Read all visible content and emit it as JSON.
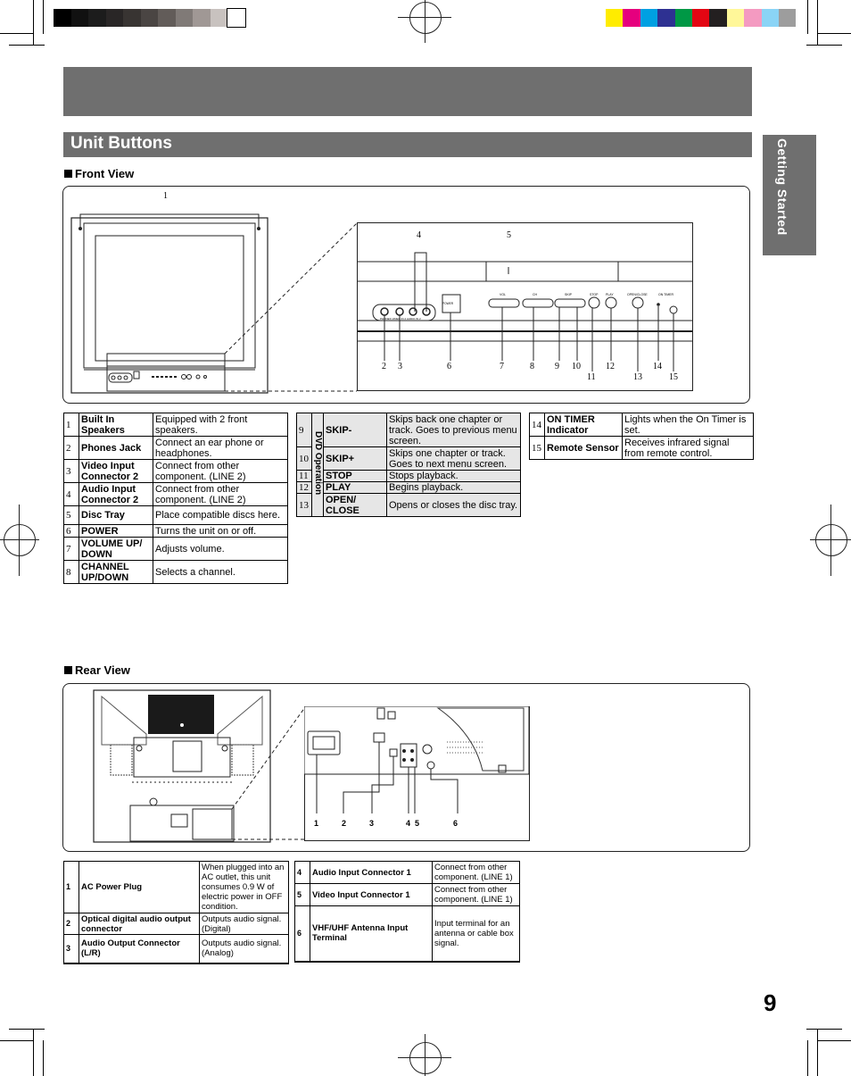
{
  "colors": {
    "grayscale_bar": [
      "#000000",
      "#111111",
      "#1c1c1c",
      "#292626",
      "#383432",
      "#4a4543",
      "#625c59",
      "#807a77",
      "#a09895",
      "#c8c2bf",
      "#ffffff"
    ],
    "color_bar": [
      "#ffec00",
      "#e6007e",
      "#00a0e2",
      "#2e3192",
      "#009845",
      "#e30613",
      "#231f20",
      "#fff799",
      "#f49ac1",
      "#8ad4f6",
      "#9d9d9d"
    ],
    "header_gray": "#6f6f6f"
  },
  "header": {
    "title": "Unit Buttons",
    "side_tab": "Getting Started"
  },
  "front_view": {
    "heading": "Front View",
    "callouts": {
      "tv": [
        "1"
      ],
      "top": [
        "4",
        "5"
      ],
      "bottom": [
        "2",
        "3",
        "6",
        "7",
        "8",
        "9",
        "10",
        "12",
        "14"
      ],
      "bottom2": [
        "11",
        "13",
        "15"
      ]
    },
    "panel_labels": {
      "power": "POWER",
      "vol": "VOL",
      "ch": "CH",
      "skip": "SKIP",
      "stop": "STOP",
      "play": "PLAY",
      "open_close": "OPEN/CLOSE",
      "on_timer": "ON TIMER",
      "jacks": "PHONES  VIDEO IN 2  AUDIO IN 2"
    },
    "table1": [
      {
        "num": "1",
        "name": "Built In Speakers",
        "desc": "Equipped with 2 front speakers."
      },
      {
        "num": "2",
        "name": "Phones Jack",
        "desc": "Connect an ear phone or headphones."
      },
      {
        "num": "3",
        "name": "Video Input Connector 2",
        "desc": "Connect from other component. (LINE 2)"
      },
      {
        "num": "4",
        "name": "Audio Input Connector 2",
        "desc": "Connect from other component. (LINE 2)"
      },
      {
        "num": "5",
        "name": "Disc Tray",
        "desc": "Place compatible discs here."
      },
      {
        "num": "6",
        "name": "POWER",
        "desc": "Turns the unit on or off."
      },
      {
        "num": "7",
        "name": "VOLUME UP/ DOWN",
        "desc": "Adjusts volume."
      },
      {
        "num": "8",
        "name": "CHANNEL UP/DOWN",
        "desc": "Selects a channel."
      }
    ],
    "table2_group_label": "DVD Operation",
    "table2": [
      {
        "num": "9",
        "name": "SKIP-",
        "desc": "Skips back one chapter or track. Goes to previous menu screen."
      },
      {
        "num": "10",
        "name": "SKIP+",
        "desc": "Skips one chapter or track. Goes to next menu screen."
      },
      {
        "num": "11",
        "name": "STOP",
        "desc": "Stops playback."
      },
      {
        "num": "12",
        "name": "PLAY",
        "desc": "Begins playback."
      },
      {
        "num": "13",
        "name": "OPEN/ CLOSE",
        "desc": "Opens or closes the disc tray."
      }
    ],
    "table3": [
      {
        "num": "14",
        "name": "ON TIMER Indicator",
        "desc": "Lights when the On Timer is set."
      },
      {
        "num": "15",
        "name": "Remote Sensor",
        "desc": "Receives infrared signal from remote control."
      }
    ]
  },
  "rear_view": {
    "heading": "Rear View",
    "callouts": [
      "1",
      "2",
      "3",
      "4",
      "5",
      "6"
    ],
    "table1": [
      {
        "num": "1",
        "name": "AC Power Plug",
        "desc": "When plugged into an AC outlet, this unit consumes 0.9 W of electric power in OFF condition."
      },
      {
        "num": "2",
        "name": "Optical digital audio output connector",
        "desc": "Outputs audio signal. (Digital)"
      },
      {
        "num": "3",
        "name": "Audio Output Connector (L/R)",
        "desc": "Outputs audio signal. (Analog)"
      }
    ],
    "table2": [
      {
        "num": "4",
        "name": "Audio Input Connector 1",
        "desc": "Connect from other component. (LINE 1)"
      },
      {
        "num": "5",
        "name": "Video Input Connector 1",
        "desc": "Connect from other component. (LINE 1)"
      },
      {
        "num": "6",
        "name": "VHF/UHF Antenna Input Terminal",
        "desc": "Input terminal for an antenna or cable box signal."
      }
    ]
  },
  "page_number": "9"
}
